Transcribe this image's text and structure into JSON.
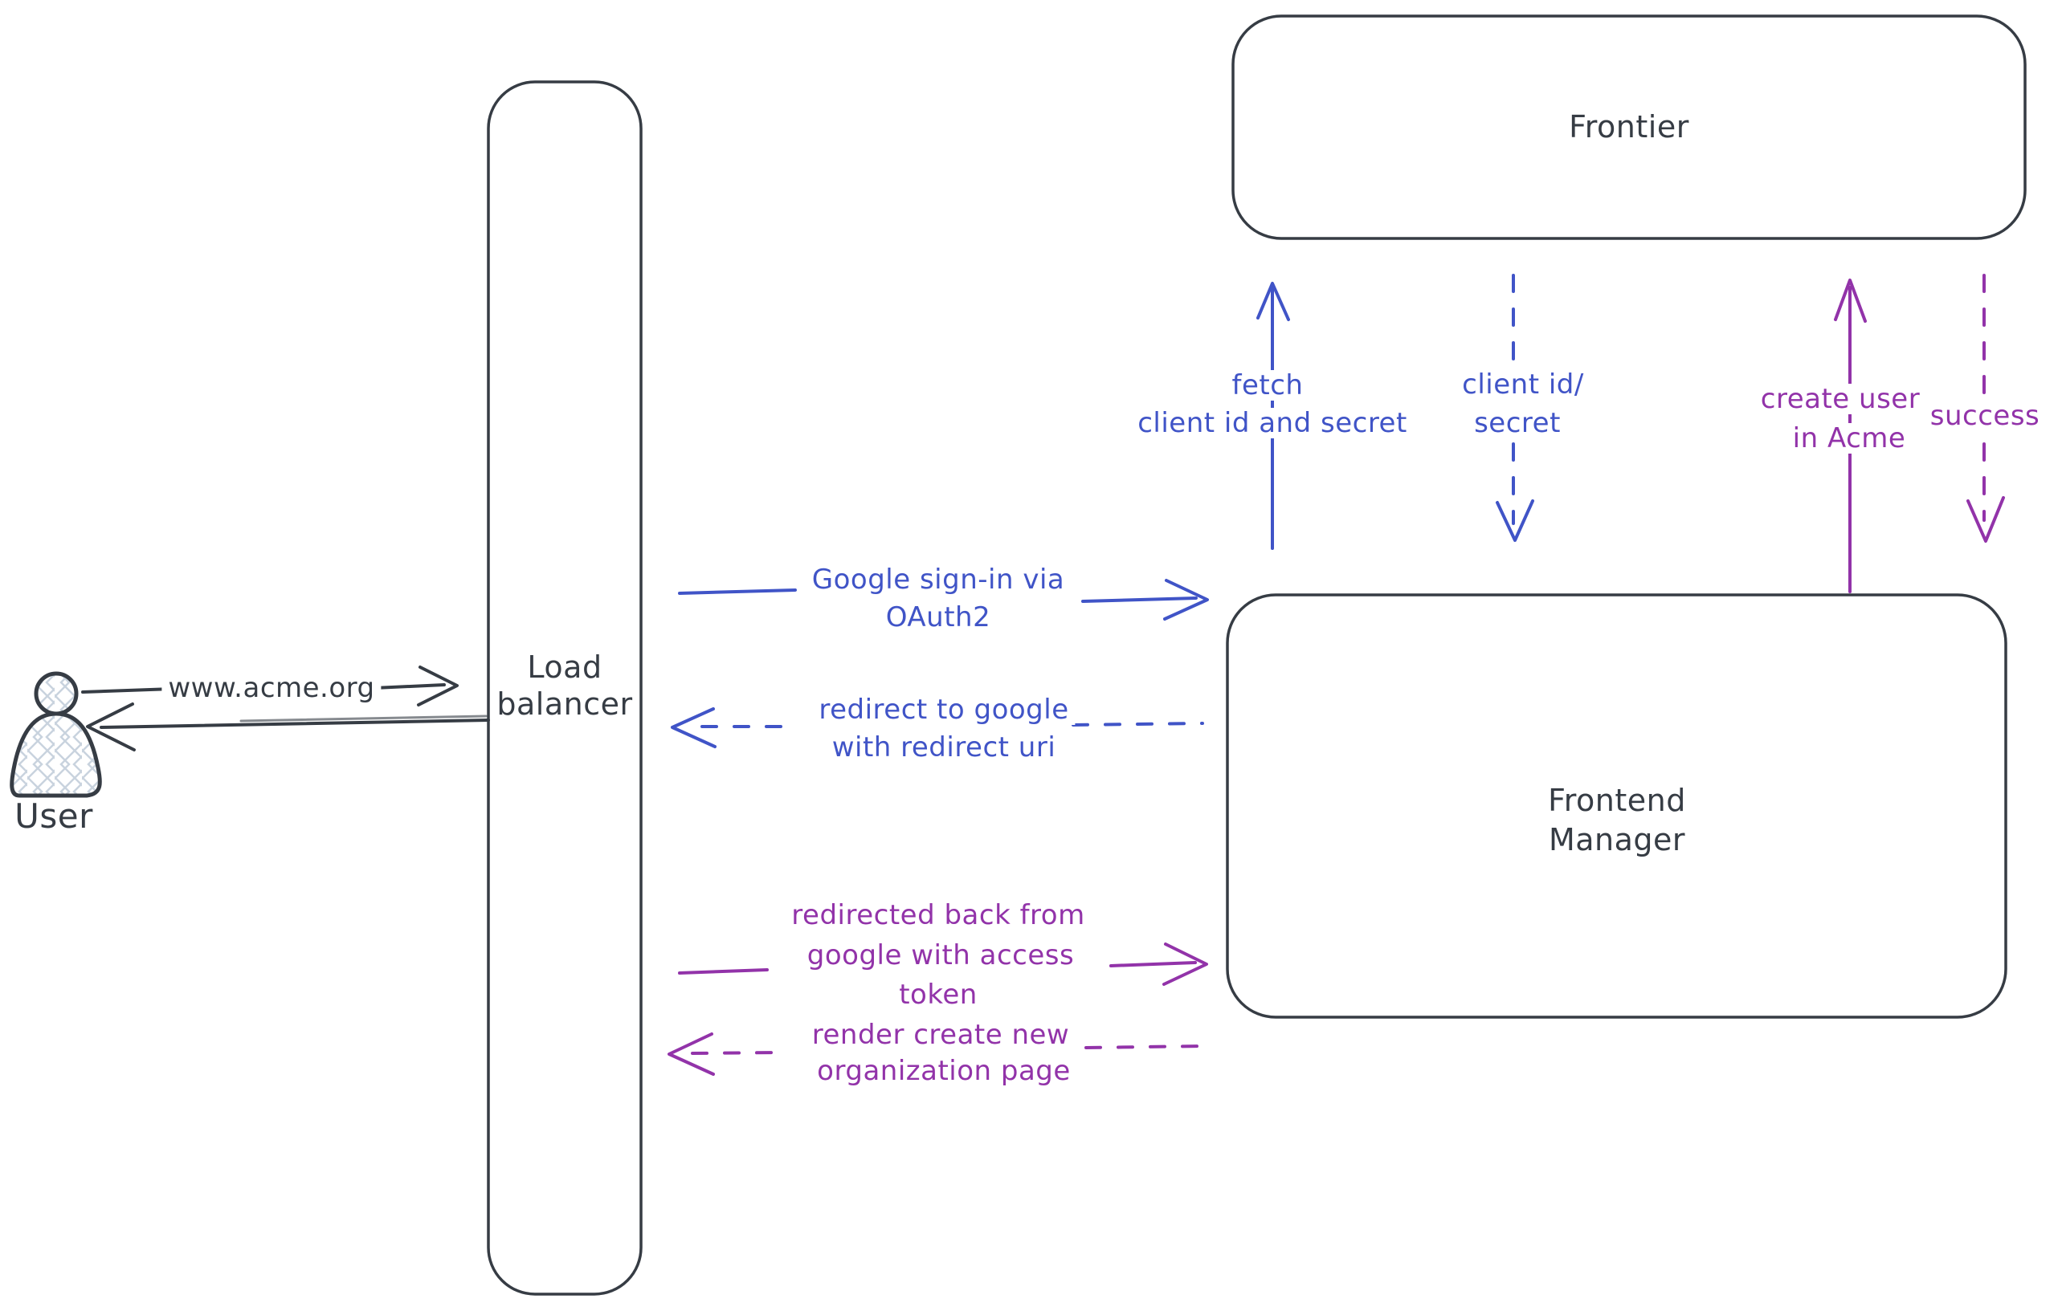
{
  "colors": {
    "dark": "#363c44",
    "blue": "#4054c7",
    "purple": "#9233a9",
    "hatch": "#c9d3de",
    "bg": "#ffffff"
  },
  "nodes": {
    "user": {
      "label": "User"
    },
    "load_balancer": {
      "lines": [
        "Load",
        "balancer"
      ]
    },
    "frontier": {
      "label": "Frontier"
    },
    "frontend_manager": {
      "lines": [
        "Frontend",
        "Manager"
      ]
    }
  },
  "messages": {
    "www_acme": {
      "lines": [
        "www.acme.org"
      ],
      "color": "dark",
      "style": "solid",
      "direction": "right"
    },
    "google_signin": {
      "lines": [
        "Google sign-in via",
        "OAuth2"
      ],
      "color": "blue",
      "style": "solid",
      "direction": "right"
    },
    "redirect_to_google": {
      "lines": [
        "redirect to google",
        "with redirect uri"
      ],
      "color": "blue",
      "style": "dashed",
      "direction": "left"
    },
    "fetch_client_secret": {
      "lines": [
        "fetch",
        "client id and secret"
      ],
      "color": "blue",
      "style": "solid",
      "direction": "up"
    },
    "client_id_secret": {
      "lines": [
        "client id/",
        "secret"
      ],
      "color": "blue",
      "style": "dashed",
      "direction": "down"
    },
    "create_user": {
      "lines": [
        "create user",
        "in Acme"
      ],
      "color": "purple",
      "style": "solid",
      "direction": "up"
    },
    "success": {
      "lines": [
        "success"
      ],
      "color": "purple",
      "style": "dashed",
      "direction": "down"
    },
    "redirected_back": {
      "lines": [
        "redirected back from",
        "google with access",
        "token"
      ],
      "color": "purple",
      "style": "solid",
      "direction": "right"
    },
    "render_org_page": {
      "lines": [
        "render create new",
        "organization page"
      ],
      "color": "purple",
      "style": "dashed",
      "direction": "left"
    }
  }
}
